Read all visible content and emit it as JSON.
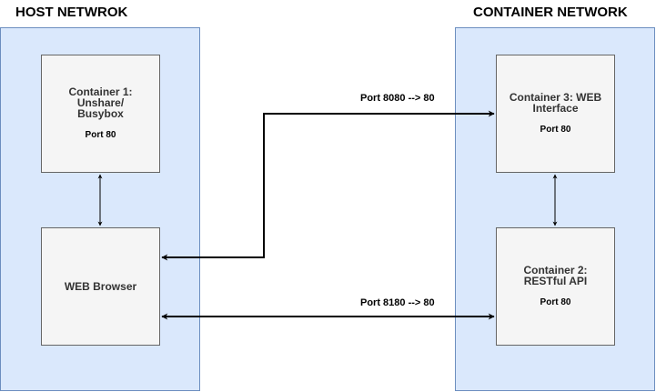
{
  "host_network": {
    "title": "HOST NETWROK"
  },
  "container_network": {
    "title": "CONTAINER NETWORK"
  },
  "nodes": {
    "container1": {
      "lines": [
        "Container 1:",
        "Unshare/",
        "Busybox"
      ],
      "port": "Port 80"
    },
    "browser": {
      "lines": [
        "WEB Browser"
      ],
      "port": ""
    },
    "container3": {
      "lines": [
        "Container 3: WEB",
        "Interface"
      ],
      "port": "Port 80"
    },
    "container2": {
      "lines": [
        "Container 2:",
        "RESTful API"
      ],
      "port": "Port 80"
    }
  },
  "edges": {
    "browser_to_web": {
      "label": "Port 8080 --> 80"
    },
    "browser_to_api": {
      "label": "Port 8180 --> 80"
    }
  },
  "colors": {
    "network_fill": "#dae8fc",
    "network_stroke": "#6c8ebf",
    "node_fill": "#f5f5f5",
    "node_stroke": "#666666",
    "edge": "#000000"
  }
}
